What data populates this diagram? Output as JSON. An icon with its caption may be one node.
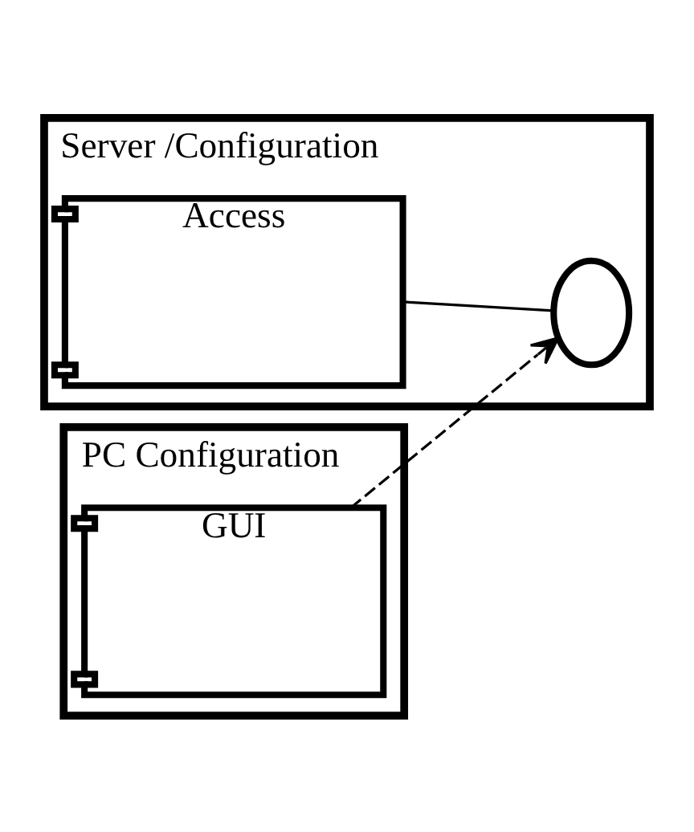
{
  "diagram": {
    "nodes": [
      {
        "text": [
          "Server /Configuration"
        ]
      },
      {
        "text": [
          "Access"
        ],
        "in": 0
      },
      {
        "text": [],
        "shape": "circle",
        "in": 0
      },
      {
        "text": [
          "PC Configuration"
        ]
      },
      {
        "text": [
          "GUI"
        ],
        "in": 3
      }
    ],
    "edges": [
      {
        "from": 1,
        "to": 2,
        "arrow": "none"
      },
      {
        "from": 4,
        "to": 2,
        "arrow": "to",
        "style": "dashed"
      }
    ]
  }
}
